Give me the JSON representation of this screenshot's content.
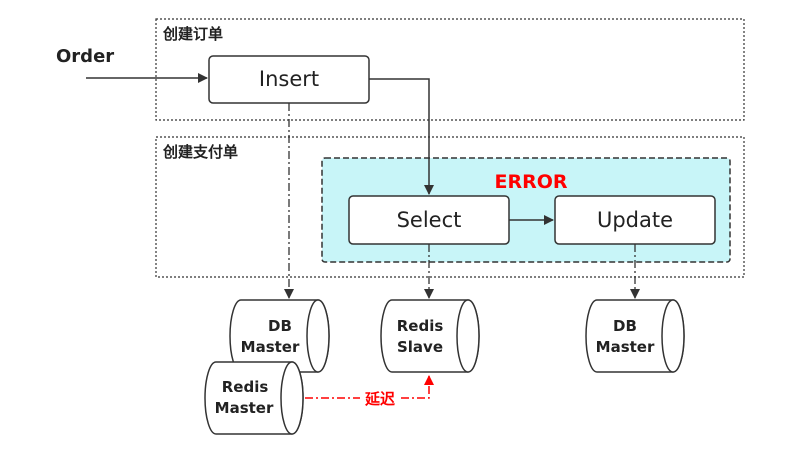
{
  "input_label": "Order",
  "groups": {
    "create_order": "创建订单",
    "create_payment": "创建支付单"
  },
  "error_label": "ERROR",
  "steps": {
    "insert": "Insert",
    "select": "Select",
    "update": "Update"
  },
  "stores": {
    "db_master_1": {
      "line1": "DB",
      "line2": "Master"
    },
    "redis_slave": {
      "line1": "Redis",
      "line2": "Slave"
    },
    "db_master_2": {
      "line1": "DB",
      "line2": "Master"
    },
    "redis_master": {
      "line1": "Redis",
      "line2": "Master"
    }
  },
  "delay_label": "延迟",
  "colors": {
    "error_bg": "#c8f5f8",
    "error_text": "#ff0000",
    "delay_line": "#ff0000",
    "stroke": "#333333"
  }
}
